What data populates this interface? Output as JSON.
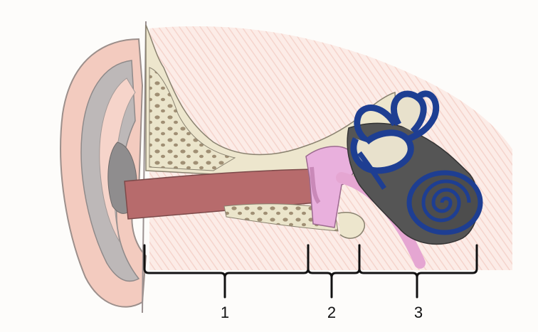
{
  "diagram": {
    "sections": [
      {
        "id": "outer-ear",
        "label": "1"
      },
      {
        "id": "middle-ear",
        "label": "2"
      },
      {
        "id": "inner-ear",
        "label": "3"
      }
    ],
    "colors": {
      "skin": "#f0c7bb",
      "pinna_fold": "#b7b3b3",
      "canal": "#b9676a",
      "bone": "#e8e2c9",
      "bone_dots": "#9f8d71",
      "ossicles": "#e7a8d6",
      "labyrinth_outline": "#1f3f8f",
      "labyrinth_fill": "#4d4d4d",
      "bracket": "#111111"
    }
  }
}
